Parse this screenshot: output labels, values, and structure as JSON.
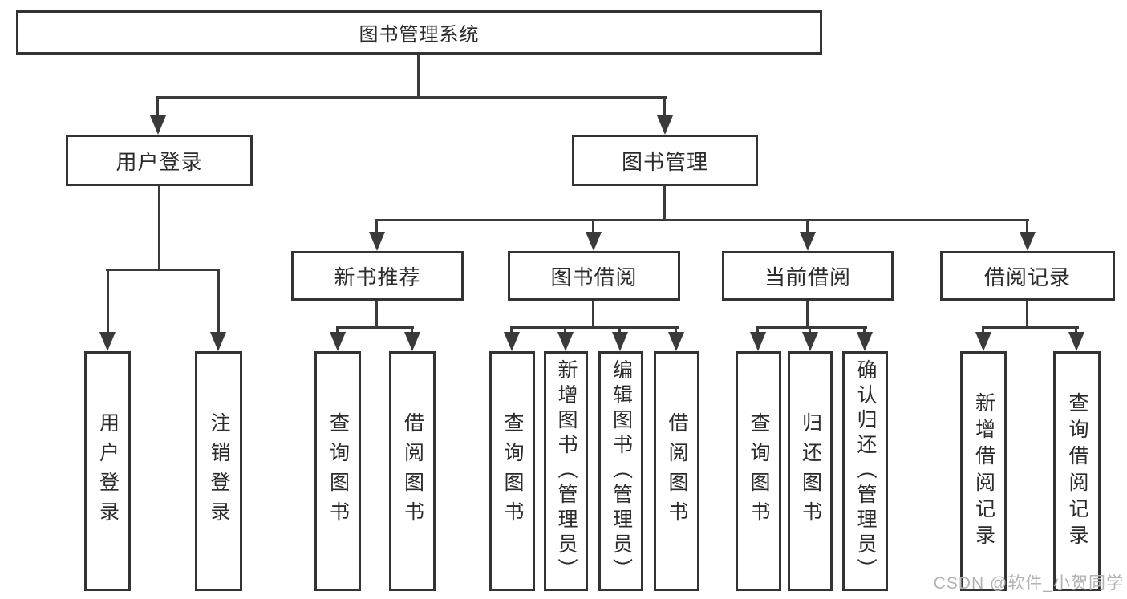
{
  "colors": {
    "line": "#3a3a3a",
    "box_border": "#333333",
    "text": "#2b2b2b",
    "background": "#ffffff",
    "watermark": "#b3b3b3"
  },
  "watermark": {
    "text": "CSDN @软件_小贺同学"
  },
  "tree": {
    "root": {
      "label": "图书管理系统"
    },
    "branches": [
      {
        "label": "用户登录",
        "children": [
          {
            "label": "用户登录"
          },
          {
            "label": "注销登录"
          }
        ]
      },
      {
        "label": "图书管理",
        "children": [
          {
            "label": "新书推荐",
            "children": [
              {
                "label": "查询图书"
              },
              {
                "label": "借阅图书"
              }
            ]
          },
          {
            "label": "图书借阅",
            "children": [
              {
                "label": "查询图书"
              },
              {
                "label": "新增图书（管理员）"
              },
              {
                "label": "编辑图书（管理员）"
              },
              {
                "label": "借阅图书"
              }
            ]
          },
          {
            "label": "当前借阅",
            "children": [
              {
                "label": "查询图书"
              },
              {
                "label": "归还图书"
              },
              {
                "label": "确认归还（管理员）"
              }
            ]
          },
          {
            "label": "借阅记录",
            "children": [
              {
                "label": "新增借阅记录"
              },
              {
                "label": "查询借阅记录"
              }
            ]
          }
        ]
      }
    ]
  }
}
